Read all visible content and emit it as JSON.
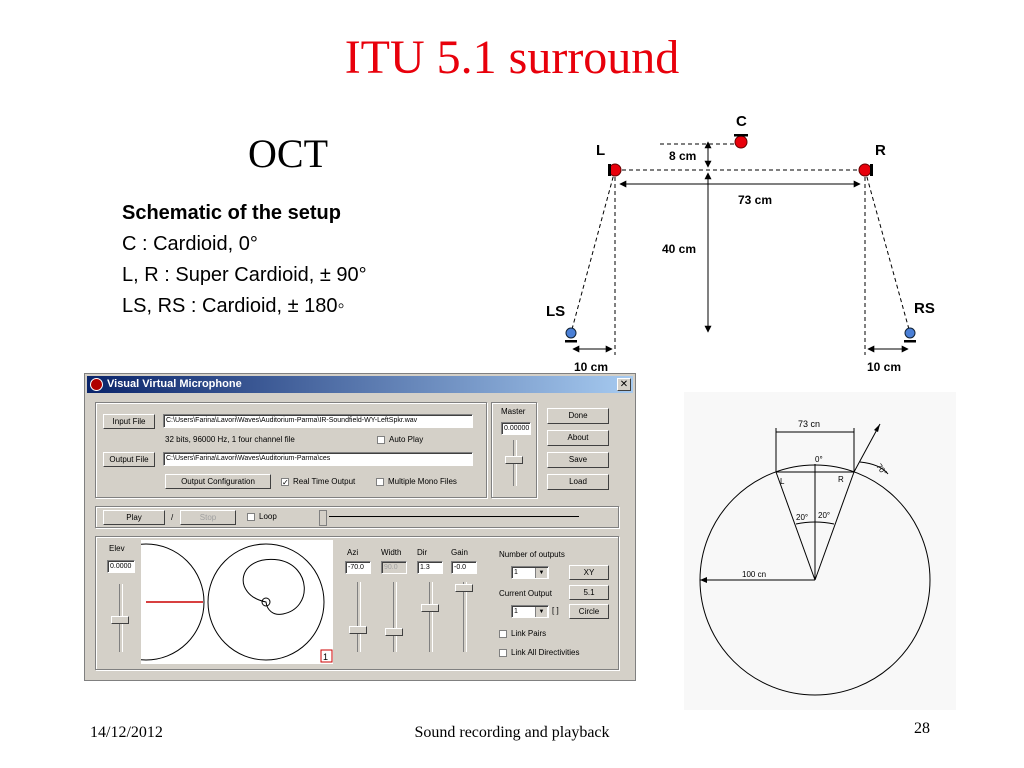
{
  "slide": {
    "title": "ITU 5.1 surround",
    "subtitle": "OCT",
    "notes": {
      "heading": "Schematic of the setup",
      "lines": [
        "C : Cardioid, 0°",
        "L, R : Super Cardioid, ± 90°",
        "LS, RS : Cardioid,  ± 180◦"
      ]
    },
    "footer": {
      "date": "14/12/2012",
      "center": "Sound recording and playback",
      "page": "28"
    }
  },
  "diagram": {
    "labels": {
      "c": "C",
      "l": "L",
      "r": "R",
      "ls": "LS",
      "rs": "RS"
    },
    "dimensions": {
      "lr_offset": "8 cm",
      "lr_spacing": "73 cm",
      "depth": "40 cm",
      "ls_offset": "10 cm",
      "rs_offset": "10 cm"
    }
  },
  "window": {
    "title": "Visual Virtual Microphone",
    "input_file_button": "Input File",
    "input_file_path": "C:\\Users\\Farina\\Lavori\\Waves\\Auditorium-Parma\\IR-Soundfield-WY-LeftSpkr.wav",
    "input_file_info": "32 bits, 96000 Hz, 1 four channel file",
    "auto_play_label": "Auto Play",
    "output_file_button": "Output File",
    "output_file_path": "C:\\Users\\Farina\\Lavori\\Waves\\Auditorium-Parma\\ces",
    "output_config_button": "Output Configuration",
    "real_time_output_label": "Real Time Output",
    "multiple_mono_label": "Multiple Mono Files",
    "master_label": "Master",
    "master_value": "0.00000",
    "done_button": "Done",
    "about_button": "About",
    "save_button": "Save",
    "load_button": "Load",
    "play_button": "Play",
    "slash": "/",
    "stop_button": "Stop",
    "loop_label": "Loop",
    "elev_label": "Elev",
    "elev_value": "0.0000",
    "azi_label": "Azi",
    "azi_value": "-70.0",
    "width_label": "Width",
    "width_value": "90.0",
    "dir_label": "Dir",
    "dir_value": "1.3",
    "gain_label": "Gain",
    "gain_value": "-0.0",
    "number_of_outputs_label": "Number of outputs",
    "number_of_outputs_value": "1",
    "xy_button": "XY",
    "current_output_label": "Current Output",
    "five_one_button": "5.1",
    "current_output_value": "1",
    "current_output_brackets": "[ ]",
    "circle_button": "Circle",
    "link_pairs_label": "Link Pairs",
    "link_all_label": "Link All Directivities",
    "plot_index": "1"
  },
  "circle_diagram": {
    "top_dim": "73 cn",
    "angle_top": "0°",
    "angle_side": "70°",
    "left_label": "L",
    "right_label": "R",
    "angle_left": "20°",
    "angle_right": "20°",
    "radius_label": "100 cn"
  }
}
